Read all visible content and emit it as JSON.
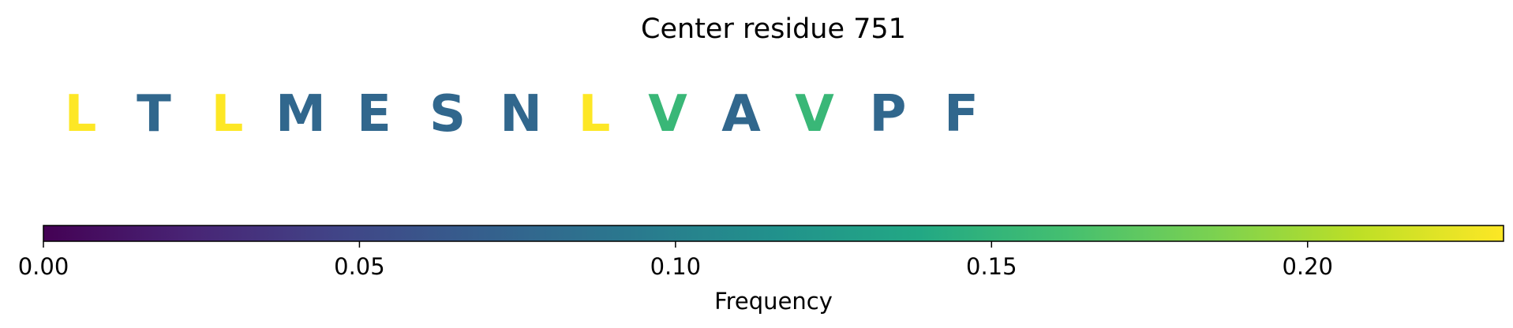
{
  "chart_data": {
    "type": "sequence-colorbar",
    "title": "Center residue 751",
    "residues": [
      {
        "letter": "L",
        "frequency": 0.232
      },
      {
        "letter": "T",
        "frequency": 0.077
      },
      {
        "letter": "L",
        "frequency": 0.232
      },
      {
        "letter": "M",
        "frequency": 0.077
      },
      {
        "letter": "E",
        "frequency": 0.077
      },
      {
        "letter": "S",
        "frequency": 0.077
      },
      {
        "letter": "N",
        "frequency": 0.077
      },
      {
        "letter": "L",
        "frequency": 0.232
      },
      {
        "letter": "V",
        "frequency": 0.154
      },
      {
        "letter": "A",
        "frequency": 0.077
      },
      {
        "letter": "V",
        "frequency": 0.154
      },
      {
        "letter": "P",
        "frequency": 0.077
      },
      {
        "letter": "F",
        "frequency": 0.077
      }
    ],
    "colorbar": {
      "colormap": "viridis",
      "range": [
        0,
        0.231
      ],
      "ticks": [
        0.0,
        0.05,
        0.1,
        0.15,
        0.2
      ],
      "tick_labels": [
        "0.00",
        "0.05",
        "0.10",
        "0.15",
        "0.20"
      ],
      "xlabel": "Frequency"
    }
  }
}
